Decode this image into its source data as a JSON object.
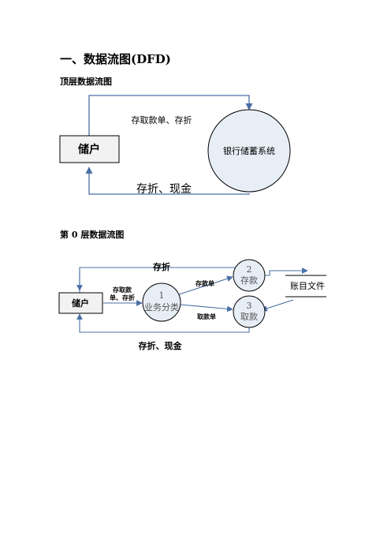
{
  "title": "一、数据流图(DFD)",
  "section1": {
    "heading": "顶层数据流图",
    "entity": "储户",
    "system": "银行储蓄系统",
    "flow_in": "存取款单、存折",
    "flow_out": "存折、现金"
  },
  "section2": {
    "heading": "第 0 层数据流图",
    "entity": "储户",
    "flow_top": "存折",
    "flow_entity_to_p1_line1": "存取款",
    "flow_entity_to_p1_line2": "单、存折",
    "p1_num": "1",
    "p1_name": "业务分类",
    "p2_num": "2",
    "p2_name": "存款",
    "p3_num": "3",
    "p3_name": "取款",
    "flow_p1_p2": "存款单",
    "flow_p1_p3": "取款单",
    "datastore": "账目文件",
    "flow_bottom": "存折、现金"
  }
}
